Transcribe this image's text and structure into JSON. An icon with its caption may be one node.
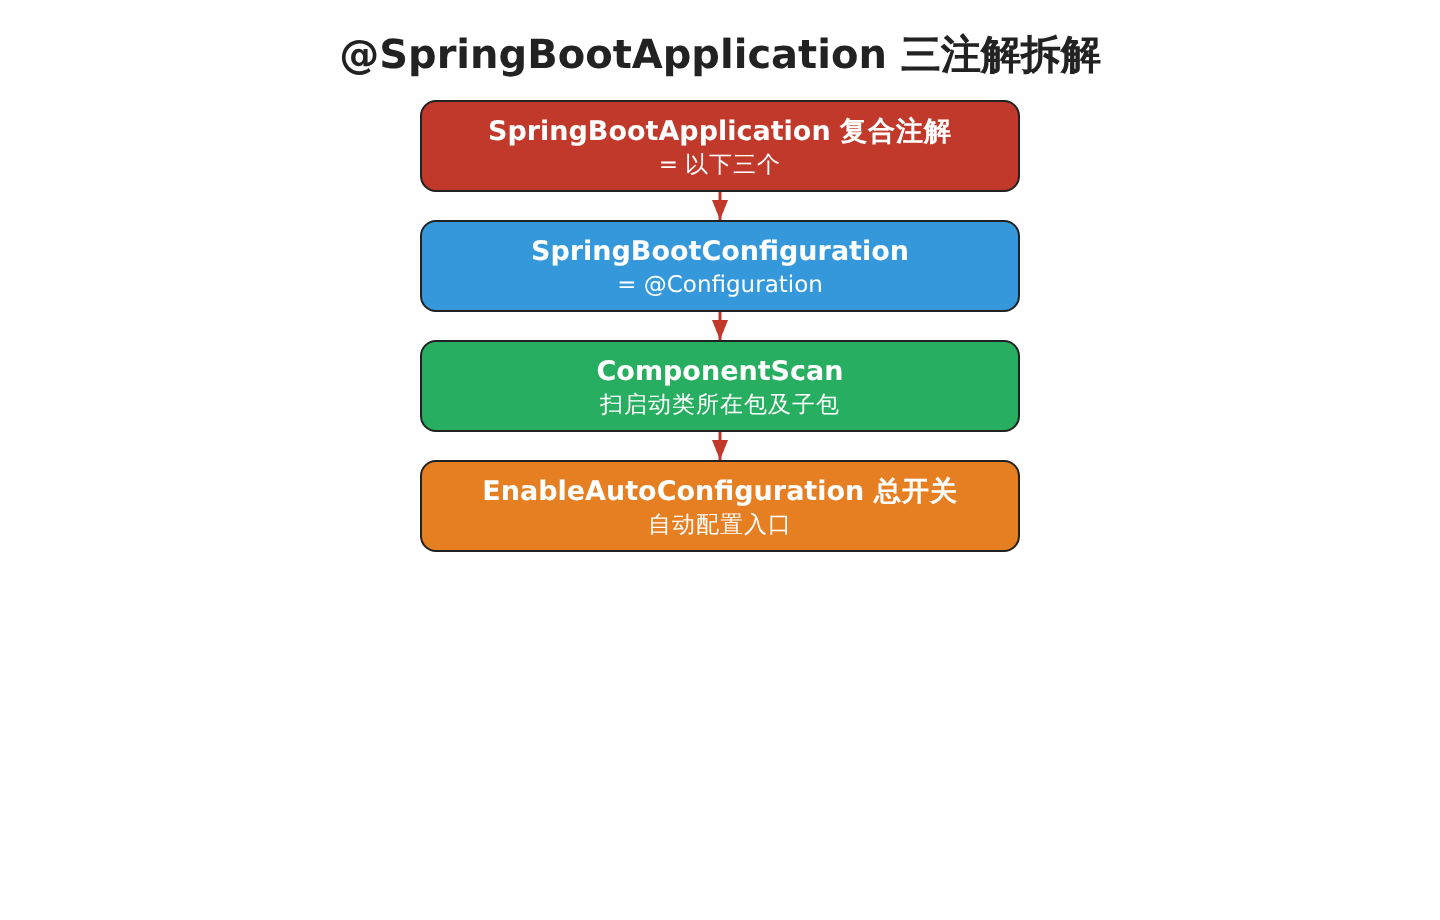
{
  "diagram": {
    "title": "@SpringBootApplication 三注解拆解",
    "nodes": [
      {
        "text": [
          "SpringBootApplication 复合注解",
          "= 以下三个"
        ]
      },
      {
        "text": [
          "SpringBootConfiguration",
          "= @Configuration"
        ]
      },
      {
        "text": [
          "ComponentScan",
          "扫启动类所在包及子包"
        ]
      },
      {
        "text": [
          "EnableAutoConfiguration 总开关",
          "自动配置入口"
        ]
      }
    ],
    "edges": [
      {
        "from": 0,
        "to": 1,
        "arrow": "to"
      },
      {
        "from": 1,
        "to": 2,
        "arrow": "to"
      },
      {
        "from": 2,
        "to": 3,
        "arrow": "to"
      }
    ]
  }
}
